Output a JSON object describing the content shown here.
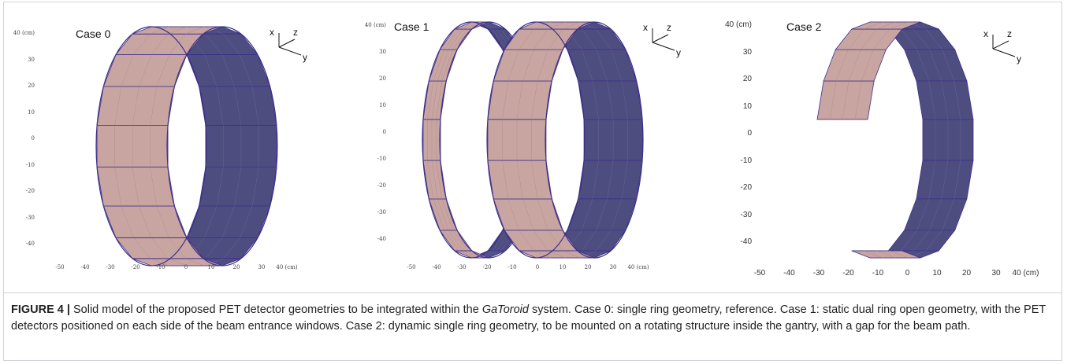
{
  "caption": {
    "label": "FIGURE 4 |",
    "text_before": " Solid model of the proposed PET detector geometries to be integrated within the ",
    "system_name": "GaToroid",
    "text_after": " system. Case 0: single ring geometry, reference. Case 1: static dual ring open geometry, with the PET detectors positioned on each side of the beam entrance windows. Case 2: dynamic single ring geometry, to be mounted on a rotating structure inside the gantry, with a gap for the beam path."
  },
  "panels": [
    {
      "title": "Case 0",
      "y_ticks": [
        "40 (cm)",
        "30",
        "20",
        "10",
        "0",
        "-10",
        "-20",
        "-30",
        "-40"
      ],
      "x_ticks": [
        "-50",
        "-40",
        "-30",
        "-20",
        "-10",
        "0",
        "10",
        "20",
        "30",
        "40 (cm)"
      ],
      "axes_labels": {
        "x": "x",
        "y": "y",
        "z": "z"
      }
    },
    {
      "title": "Case 1",
      "y_ticks": [
        "40 (cm)",
        "30",
        "20",
        "10",
        "0",
        "-10",
        "-20",
        "-30",
        "-40"
      ],
      "x_ticks": [
        "-50",
        "-40",
        "-30",
        "-20",
        "-10",
        "0",
        "10",
        "20",
        "30",
        "40 (cm)"
      ],
      "axes_labels": {
        "x": "x",
        "y": "y",
        "z": "z"
      }
    },
    {
      "title": "Case 2",
      "y_ticks": [
        "40 (cm)",
        "30",
        "20",
        "10",
        "0",
        "-10",
        "-20",
        "-30",
        "-40"
      ],
      "x_ticks": [
        "-50",
        "-40",
        "-30",
        "-20",
        "-10",
        "0",
        "10",
        "20",
        "30",
        "40 (cm)"
      ],
      "axes_labels": {
        "x": "x",
        "y": "y",
        "z": "z"
      }
    }
  ],
  "colors": {
    "front_face": "#c9a5a2",
    "back_face": "#4e4d80",
    "detector_edge": "#3c2f8a",
    "frame": "#cfd3d8"
  }
}
